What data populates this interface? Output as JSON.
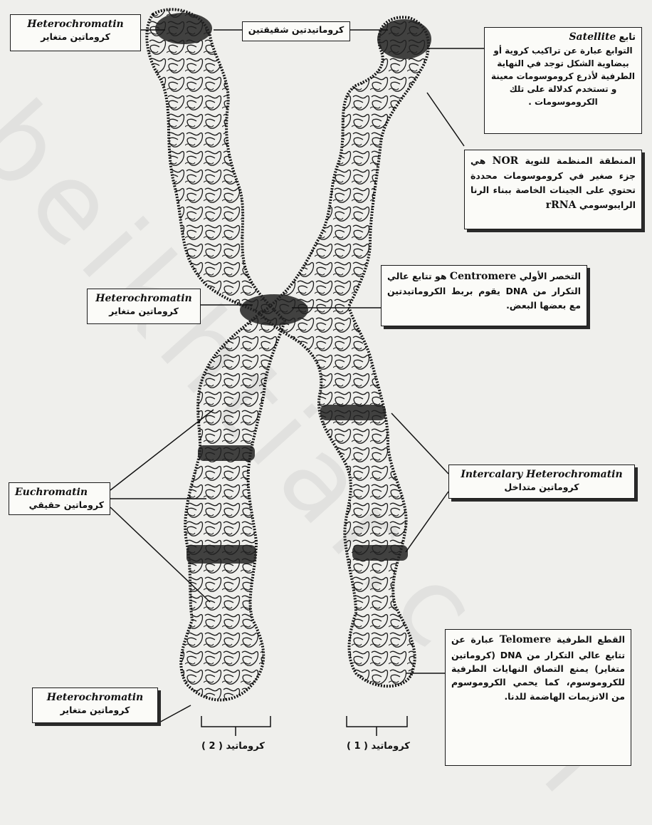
{
  "watermark": "beikhtiar.com",
  "labels": {
    "heterochromatin_top": {
      "en": "Heterochromatin",
      "ar": "كروماتين متغاير"
    },
    "sister_chromatids": {
      "ar": "كروماتيدتين شقيقتين"
    },
    "satellite": {
      "en": "Satellite",
      "ar_title": "تابع",
      "ar_body": "التوابع عبارة عن تراكيب كروية أو بيضاوية الشكل توجد في النهاية الطرفية لأذرع كروموسومات معينة و تستخدم كدلالة على تلك الكروموسومات ."
    },
    "nor": {
      "en": "NOR",
      "ar_title": "المنطقة المنظمة للنوية",
      "ar_body": "هي جزء صغير في كروموسومات محددة تحتوي على الجينات الخاصة ببناء الرنا الرايبوسومي",
      "en_tail": "rRNA"
    },
    "centromere": {
      "en": "Centromere",
      "ar_title": "التخصر الأولي",
      "ar_body": "هو تتابع عالي التكرار من DNA يقوم بربط الكروماتيدتين مع بعضها البعض."
    },
    "heterochromatin_mid": {
      "en": "Heterochromatin",
      "ar": "كروماتين متغاير"
    },
    "euchromatin": {
      "en": "Euchromatin",
      "ar": "كروماتين حقيقي"
    },
    "intercalary": {
      "en": "Intercalary Heterochromatin",
      "ar": "كروماتين متداخل"
    },
    "telomere": {
      "en": "Telomere",
      "ar_title": "القطع الطرفية",
      "ar_body": "عبارة عن تتابع عالي التكرار من DNA (كروماتين متغاير) يمنع التصاق النهايات الطرفية للكروموسوم، كما يحمي الكروموسوم من الانزيمات الهاضمة للدنا."
    },
    "heterochromatin_bottom": {
      "en": "Heterochromatin",
      "ar": "كروماتين متغاير"
    },
    "chromatid_2": "كروماتيد ( 2 )",
    "chromatid_1": "كروماتيد ( 1 )"
  },
  "colors": {
    "ink": "#1a1a1a",
    "paper": "#fbfbf8",
    "background": "#efefec"
  }
}
